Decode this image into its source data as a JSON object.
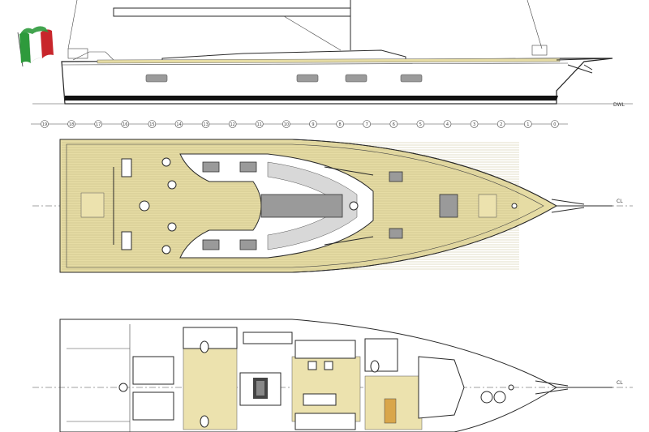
{
  "labels": {
    "waterline": "DWL",
    "centerline_deck": "CL",
    "centerline_interior": "CL"
  },
  "stations": [
    "19",
    "18",
    "17",
    "16",
    "15",
    "14",
    "13",
    "12",
    "11",
    "10",
    "9",
    "8",
    "7",
    "6",
    "5",
    "4",
    "3",
    "2",
    "1",
    "0"
  ],
  "flag": {
    "name": "italian-flag",
    "colors": [
      "#2e9a3c",
      "#ffffff",
      "#c8262b"
    ]
  },
  "colors": {
    "teak": "#e6dca4",
    "hull": "#ffffff",
    "boot_stripe": "#111111",
    "hatches": "#9a9a9a"
  }
}
